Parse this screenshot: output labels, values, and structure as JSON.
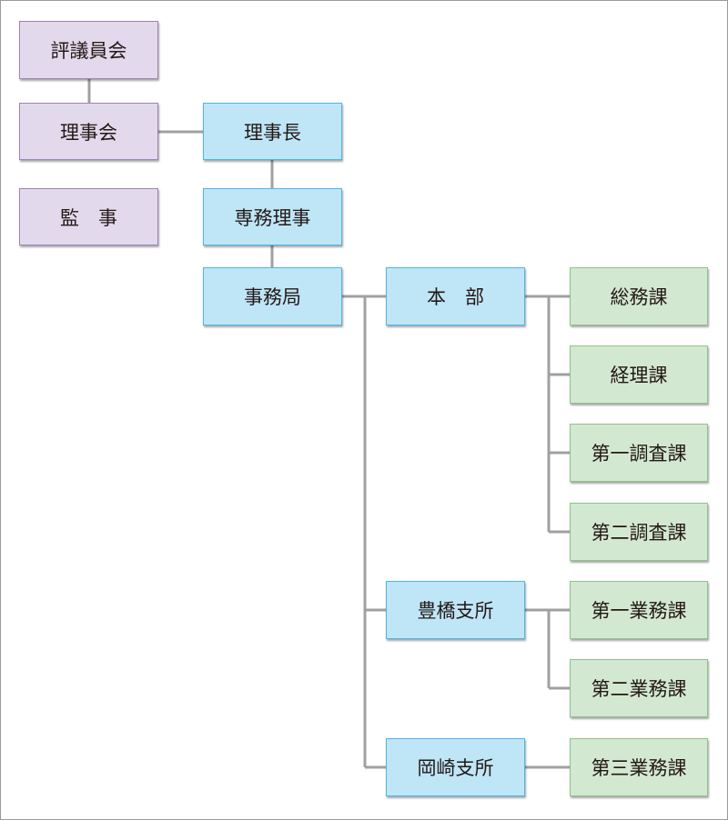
{
  "chart": {
    "nodes": {
      "hyogiinkai": "評議員会",
      "rijikai": "理事会",
      "kanji": "監　事",
      "rijicho": "理事長",
      "senmu_riji": "専務理事",
      "jimukyoku": "事務局",
      "honbu": "本　部",
      "soumu_ka": "総務課",
      "keiri_ka": "経理課",
      "daiichi_chousa_ka": "第一調査課",
      "daini_chousa_ka": "第二調査課",
      "toyohashi_shisho": "豊橋支所",
      "daiichi_gyomu_ka": "第一業務課",
      "daini_gyomu_ka": "第二業務課",
      "okazaki_shisho": "岡崎支所",
      "daisan_gyomu_ka": "第三業務課"
    },
    "colors": {
      "governance_fill": "#e3d9ec",
      "governance_border": "#9d83b8",
      "executive_fill": "#bfe6f7",
      "executive_border": "#4fb6e3",
      "section_fill": "#d3e8d1",
      "section_border": "#8fc38a",
      "connector": "#a0a0a0"
    }
  }
}
